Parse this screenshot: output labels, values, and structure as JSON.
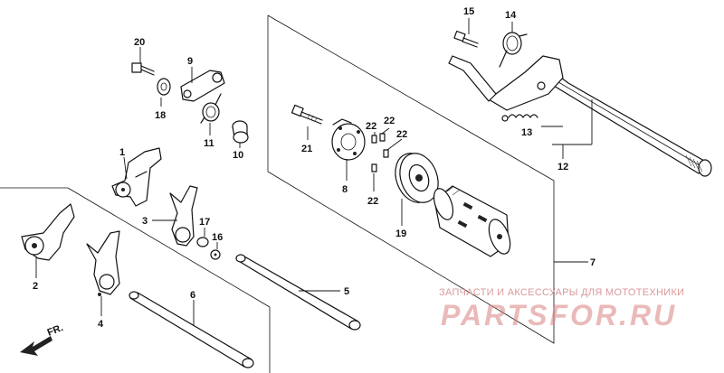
{
  "callouts": {
    "c1": "1",
    "c2": "2",
    "c3": "3",
    "c4": "4",
    "c5": "5",
    "c6": "6",
    "c7": "7",
    "c8": "8",
    "c9": "9",
    "c10": "10",
    "c11": "11",
    "c12": "12",
    "c13": "13",
    "c14": "14",
    "c15": "15",
    "c16": "16",
    "c17": "17",
    "c18": "18",
    "c19": "19",
    "c20": "20",
    "c21": "21",
    "c22a": "22",
    "c22b": "22",
    "c22c": "22",
    "c22d": "22"
  },
  "direction": {
    "label": "FR."
  },
  "watermark": {
    "caption": "ЗАПЧАСТИ И АКСЕССУАРЫ ДЛЯ МОТОТЕХНИКИ",
    "logo": "PARTSFOR.RU",
    "color": "#d98080"
  },
  "icons": {
    "direction_arrow": "arrow-down-left-icon"
  }
}
